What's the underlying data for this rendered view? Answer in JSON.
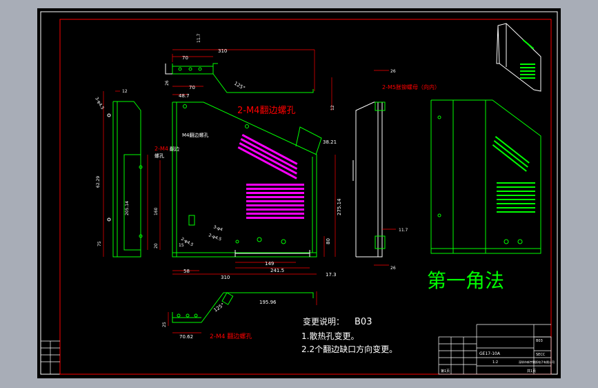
{
  "colors": {
    "background": "#000000",
    "frame": "#ff0000",
    "outline": "#00ff00",
    "dimension": "#ff0000",
    "text": "#ffffff",
    "accent_text": "#ff0000",
    "projection_text": "#00ff00",
    "hidden": "#ff00ff"
  },
  "labels": {
    "m4_flange_holes": "2-M4翻边螺孔",
    "m4_flange_holes_small": "M4翻边螺孔",
    "m5_nut": "2-M5胀铆螺母（向内）",
    "m4_side": "2-M4",
    "m4_side_suffix": "翻边",
    "m4_side_hole": "螺孔",
    "m4_bottom": "2-M4 翻边螺孔",
    "projection": "第一角法",
    "change_title": "变更说明：",
    "change_rev": "B03",
    "change_1": "1.散热孔变更。",
    "change_2": "2.2个翻边缺口方向变更。"
  },
  "dimensions": {
    "d310_top": "310",
    "d70_top": "70",
    "d11_7": "11.7",
    "d26_top": "26",
    "d125": "125°",
    "d70_front": "70",
    "d48_7": "48.7",
    "d12_top": "12",
    "d12_left": "12",
    "d38_21": "38.21",
    "d275_14": "275.14",
    "d80": "80",
    "d149": "149",
    "d241_5": "241.5",
    "d58": "58",
    "d310_bottom": "310",
    "d17_3": "17.3",
    "d195_96": "195.96",
    "d125_bottom": "125°",
    "d70_62": "70.62",
    "d11_7_right": "11.7",
    "d26_right_top": "26",
    "d26_right_bottom": "26",
    "d3_phi45": "3-φ4.5",
    "d2_phi45": "2-φ4.5",
    "d3_phi4": "3-φ4",
    "d2_phi45_b": "2-φ4.5",
    "d205_14": "205.14",
    "d160": "160",
    "d75": "75",
    "d20": "20",
    "d15": "15",
    "d25": "25",
    "d62_29": "62.29"
  },
  "title_block": {
    "drawing_no": "GE17-10A",
    "scale": "1:2",
    "material": "SECC",
    "sheet": "第1页",
    "sheet_total": "共1页",
    "revision": "B03",
    "company": "深圳市新宇腾跃电子有限公司"
  }
}
